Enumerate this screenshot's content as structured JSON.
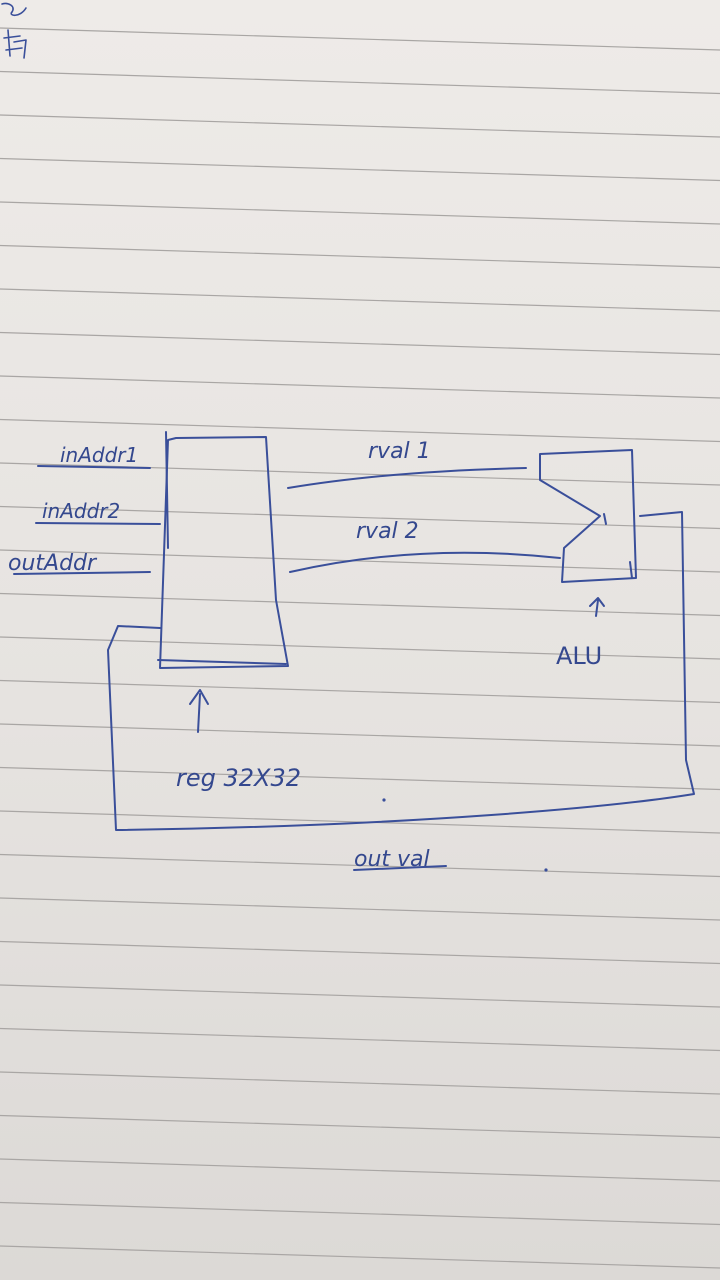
{
  "labels": {
    "in_addr1": "inAddr1",
    "in_addr2": "inAddr2",
    "out_addr": "outAddr",
    "rval1": "rval 1",
    "rval2": "rval 2",
    "alu": "ALU",
    "reg": "reg 32X32",
    "out_val": "out val"
  },
  "colors": {
    "paper": "#eeebe8",
    "ruled_line": "#a9a6a4",
    "ink": "#3a4f9a"
  }
}
